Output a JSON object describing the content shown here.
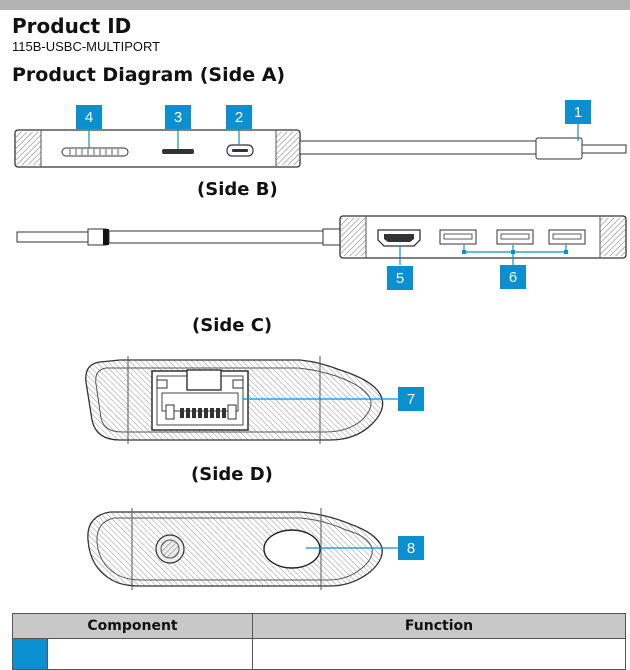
{
  "header": {
    "title": "Product ID",
    "sku": "115B-USBC-MULTIPORT",
    "diagram_heading": "Product Diagram (Side A)"
  },
  "sides": {
    "b": "(Side B)",
    "c": "(Side C)",
    "d": "(Side D)"
  },
  "callouts": [
    "1",
    "2",
    "3",
    "4",
    "5",
    "6",
    "7",
    "8"
  ],
  "table": {
    "col_component": "Component",
    "col_function": "Function"
  },
  "colors": {
    "callout": "#0a8fd1",
    "table_header": "#c8c8c8",
    "top_bar": "#b3b3b3"
  }
}
